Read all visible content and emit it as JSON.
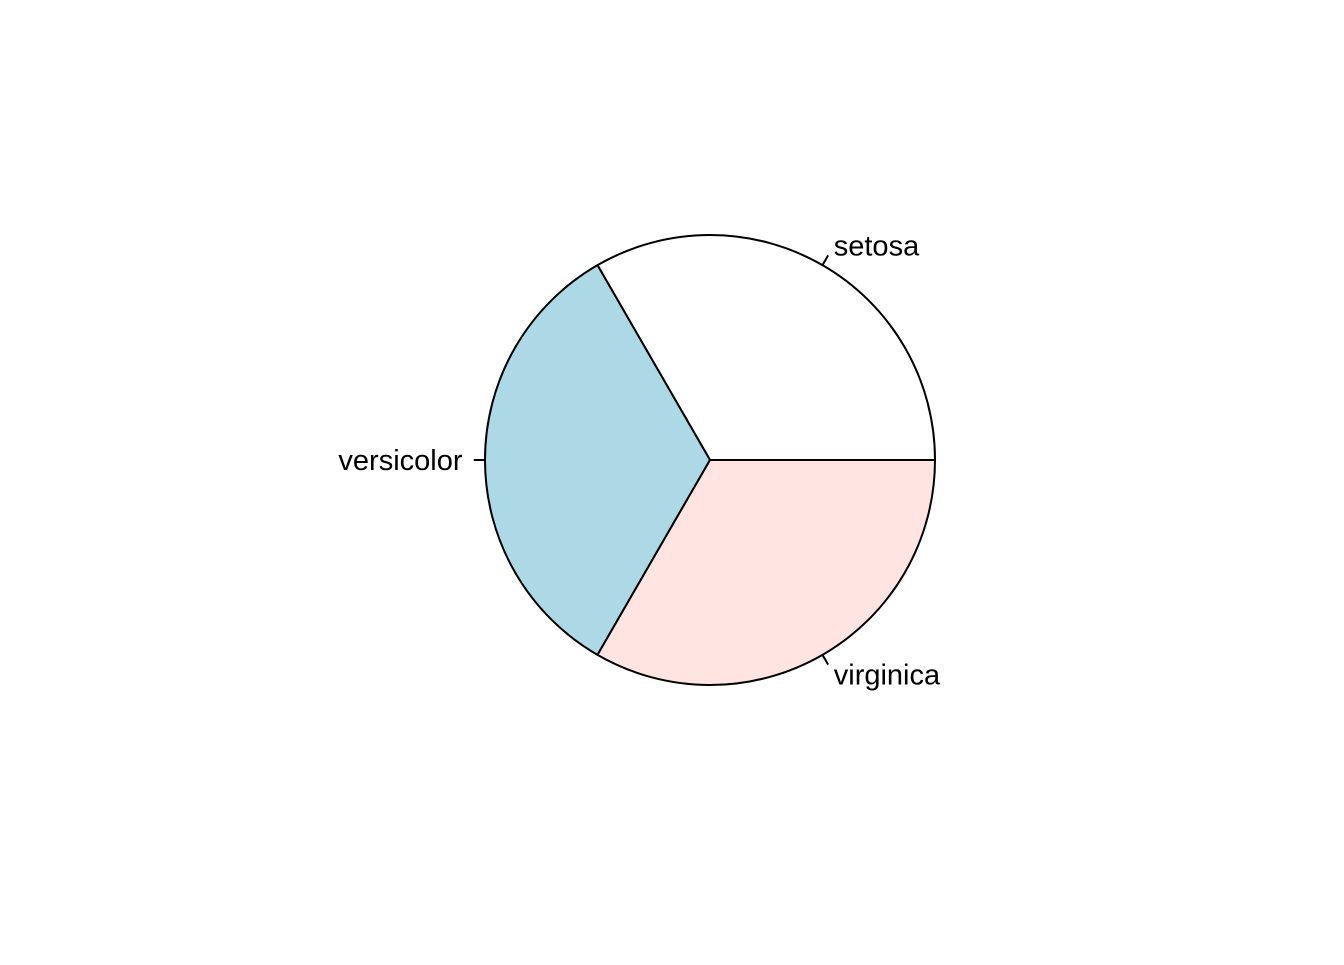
{
  "chart_data": {
    "type": "pie",
    "categories": [
      "setosa",
      "versicolor",
      "virginica"
    ],
    "values": [
      50,
      50,
      50
    ],
    "colors": [
      "#FFFFFF",
      "#ADD8E6",
      "#FFE4E1"
    ],
    "direction": "counterclockwise",
    "start_angle_degrees": 0,
    "stroke_color": "#000000",
    "labels_outside": true
  }
}
